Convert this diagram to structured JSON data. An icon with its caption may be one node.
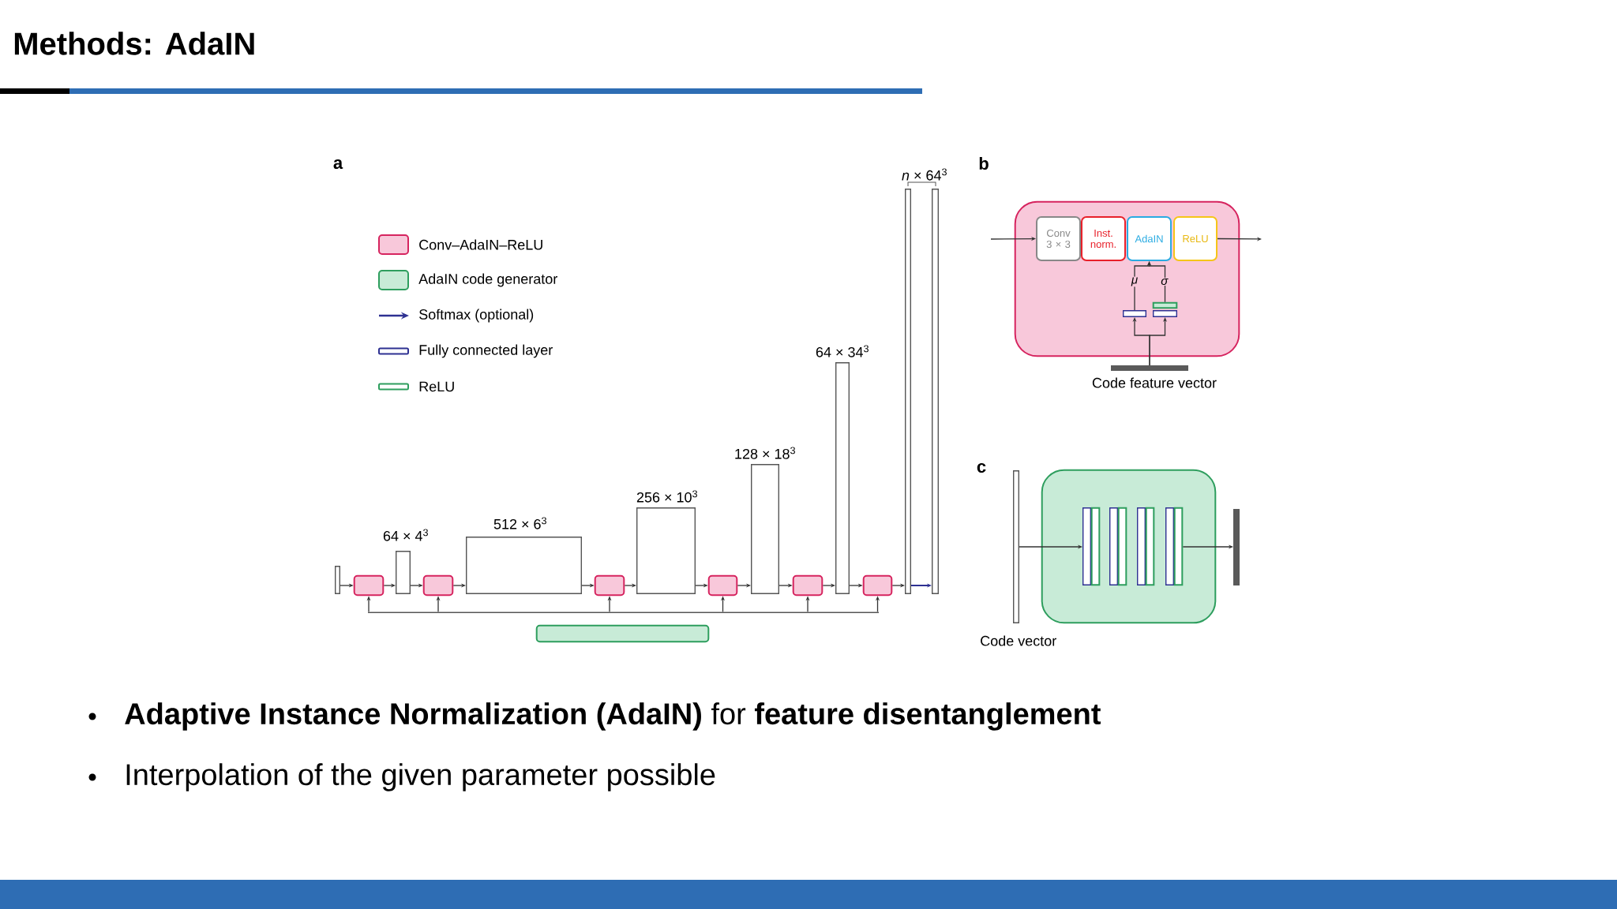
{
  "diagram": {
    "title": "Methods: AdaIN",
    "nodes": [
      {
        "text": [],
        "shape": "bar"
      },
      {
        "text": [],
        "shape": "box"
      },
      {
        "text": [],
        "shape": "bar",
        "beside": [
          "64 × 4$^{3}$"
        ]
      },
      {
        "text": [],
        "shape": "box"
      },
      {
        "text": [],
        "shape": "bar",
        "beside": [
          "512 × 6$^{3}$"
        ]
      },
      {
        "text": [],
        "shape": "box"
      },
      {
        "text": [],
        "shape": "bar",
        "beside": [
          "256 × 10$^{3}$"
        ]
      },
      {
        "text": [],
        "shape": "box"
      },
      {
        "text": [],
        "shape": "bar",
        "beside": [
          "128 × 18$^{3}$"
        ]
      },
      {
        "text": [],
        "shape": "box"
      },
      {
        "text": [],
        "shape": "bar",
        "beside": [
          "64 × 34$^{3}$"
        ]
      },
      {
        "text": [],
        "shape": "box"
      },
      {
        "text": [],
        "shape": "bar"
      },
      {
        "text": [],
        "shape": "bar"
      },
      {
        "text": [],
        "shape": "box"
      },
      {
        "text": [],
        "shape": "box"
      },
      {
        "text": [
          "Conv 3 × 3"
        ],
        "in": 15
      },
      {
        "text": [
          "Inst. norm."
        ],
        "in": 15
      },
      {
        "text": [
          "AdaIN"
        ],
        "in": 15
      },
      {
        "text": [
          "ReLU"
        ],
        "in": 15
      },
      {
        "text": [],
        "shape": "bar",
        "in": 15
      },
      {
        "text": [],
        "shape": "bar",
        "in": 15
      },
      {
        "text": [],
        "shape": "bar",
        "in": 15
      },
      {
        "text": [],
        "shape": "bar",
        "beside": [
          "Code feature vector"
        ]
      },
      {
        "text": [],
        "shape": "bar",
        "beside": [
          "Code vector"
        ]
      },
      {
        "text": [],
        "shape": "box"
      },
      {
        "text": [],
        "shape": "bar",
        "in": 25
      },
      {
        "text": [],
        "shape": "bar",
        "in": 25
      },
      {
        "text": [],
        "shape": "bar",
        "in": 25
      },
      {
        "text": [],
        "shape": "bar",
        "in": 25
      },
      {
        "text": [],
        "shape": "bar",
        "in": 25
      },
      {
        "text": [],
        "shape": "bar",
        "in": 25
      },
      {
        "text": [],
        "shape": "bar",
        "in": 25
      },
      {
        "text": [],
        "shape": "bar",
        "in": 25
      },
      {
        "text": [],
        "shape": "bar"
      },
      {
        "text": [],
        "shape": "bar"
      }
    ],
    "edges": [
      {
        "from": 0,
        "to": 1,
        "arrow": "to"
      },
      {
        "from": 1,
        "to": 2,
        "arrow": "to"
      },
      {
        "from": 2,
        "to": 3,
        "arrow": "to"
      },
      {
        "from": 3,
        "to": 4,
        "arrow": "to"
      },
      {
        "from": 4,
        "to": 5,
        "arrow": "to"
      },
      {
        "from": 5,
        "to": 6,
        "arrow": "to"
      },
      {
        "from": 6,
        "to": 7,
        "arrow": "to"
      },
      {
        "from": 7,
        "to": 8,
        "arrow": "to"
      },
      {
        "from": 8,
        "to": 9,
        "arrow": "to"
      },
      {
        "from": 9,
        "to": 10,
        "arrow": "to"
      },
      {
        "from": 10,
        "to": 11,
        "arrow": "to"
      },
      {
        "from": 11,
        "to": 12,
        "arrow": "to"
      },
      {
        "from": 12,
        "to": 13,
        "arrow": "to",
        "color": "#2e3192"
      },
      {
        "from": 35,
        "to": 1,
        "arrow": "to"
      },
      {
        "from": 35,
        "to": 3,
        "arrow": "to"
      },
      {
        "from": 35,
        "to": 5,
        "arrow": "to"
      },
      {
        "from": 35,
        "to": 7,
        "arrow": "to"
      },
      {
        "from": 35,
        "to": 9,
        "arrow": "to"
      },
      {
        "from": 35,
        "to": 11,
        "arrow": "to"
      },
      {
        "from": null,
        "to": 16,
        "arrow": "to"
      },
      {
        "from": 19,
        "to": null,
        "arrow": "to"
      },
      {
        "from": 20,
        "to": 18,
        "arrow": "to",
        "label": "*μ*"
      },
      {
        "from": 22,
        "to": 18,
        "arrow": "to",
        "label": "*σ*"
      },
      {
        "from": 23,
        "to": 20,
        "arrow": "to"
      },
      {
        "from": 23,
        "to": 21,
        "arrow": "to"
      },
      {
        "from": 24,
        "to": 26,
        "arrow": "to"
      },
      {
        "from": 33,
        "to": 34,
        "arrow": "to"
      }
    ],
    "labels": [
      "a",
      "*n* × 64$^{3}$",
      "b",
      "c",
      "**Adaptive Instance Normalization (AdaIN)** for **feature disentanglement**",
      "Interpolation of the given parameter possible"
    ],
    "legend": [
      {
        "text": "Conv–AdaIN–ReLU",
        "color": "#f8c8da"
      },
      {
        "text": "AdaIN code generator",
        "color": "#c8ebd7"
      },
      {
        "text": "Softmax (optional)"
      },
      {
        "text": "Fully connected layer"
      },
      {
        "text": "ReLU"
      }
    ]
  }
}
